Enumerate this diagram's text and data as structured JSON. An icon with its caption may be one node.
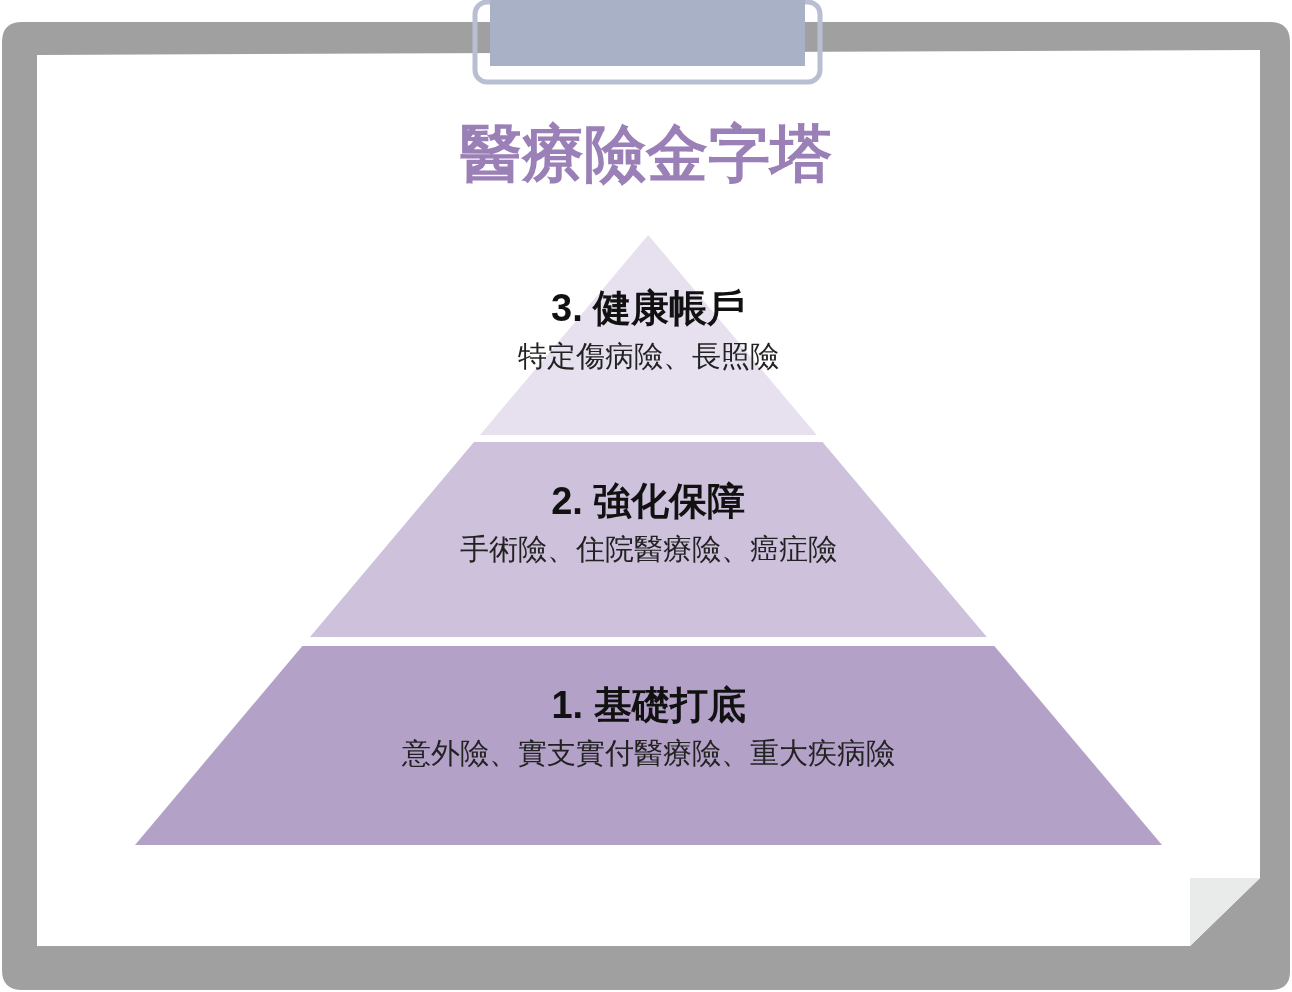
{
  "diagram": {
    "title": "醫療險金字塔",
    "nodes": [
      {
        "text": [
          "3. 健康帳戶",
          "特定傷病險、長照險"
        ]
      },
      {
        "text": [
          "2. 強化保障",
          "手術險、住院醫療險、癌症險"
        ]
      },
      {
        "text": [
          "1. 基礎打底",
          "意外險、實支實付醫療險、重大疾病險"
        ]
      }
    ]
  }
}
